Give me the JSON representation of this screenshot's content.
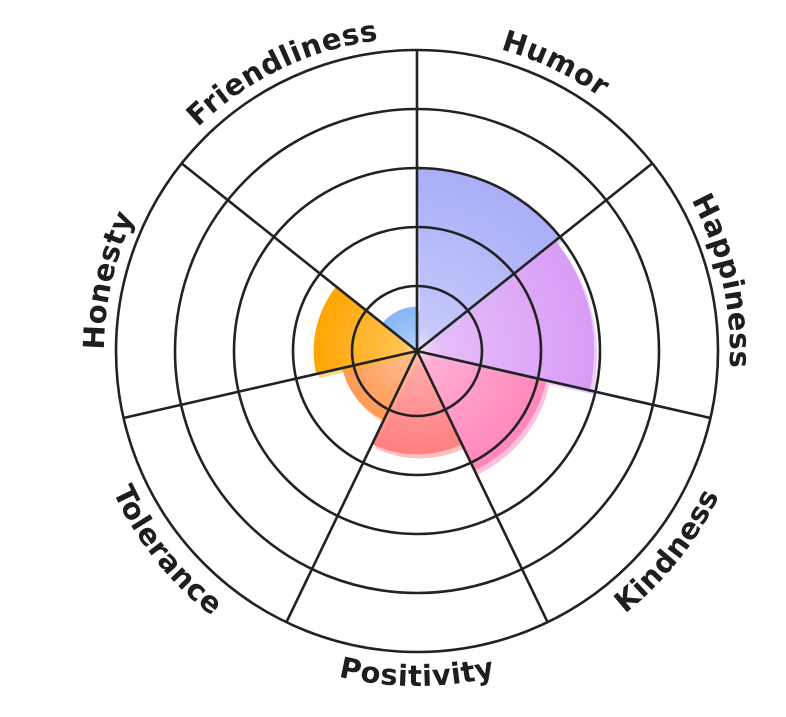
{
  "chart_data": {
    "type": "polarArea",
    "title": "",
    "categories": [
      "Humor",
      "Happiness",
      "Kindness",
      "Positivity",
      "Tolerance",
      "Honesty",
      "Friendliness"
    ],
    "values": [
      3.0,
      2.9,
      2.15,
      1.65,
      1.2,
      1.65,
      0.65
    ],
    "colors": [
      "#a9aef8",
      "#d99cf6",
      "#ff86ba",
      "#ff7f80",
      "#ff9a55",
      "#ffa500",
      "#85b4f5"
    ],
    "rlim": [
      0,
      5
    ],
    "ring_values": [
      1,
      2,
      3,
      4,
      5
    ],
    "grid": true,
    "legend": "none"
  }
}
